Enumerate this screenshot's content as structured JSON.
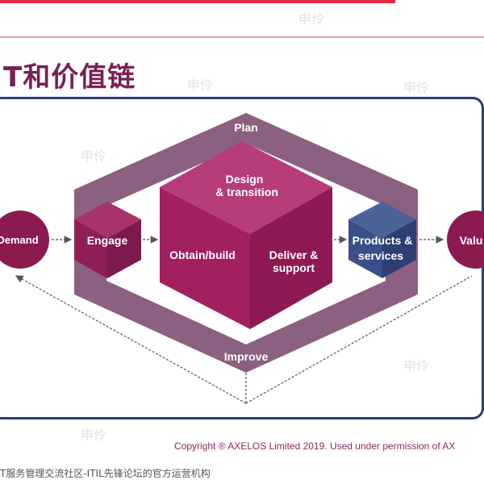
{
  "title": "T和价值链",
  "diagram": {
    "demand": "Demand",
    "engage": "Engage",
    "plan": "Plan",
    "design_line1": "Design",
    "design_line2": "& transition",
    "obtain": "Obtain/build",
    "deliver_line1": "Deliver &",
    "deliver_line2": "support",
    "products_line1": "Products &",
    "products_line2": "services",
    "improve": "Improve",
    "value": "Valu"
  },
  "copyright": "Copyright ® AXELOS Limited 2019. Used under permission of AX",
  "footer": "T服务管理交流社区-ITIL先锋论坛的官方运营机构",
  "watermark": "申伶",
  "colors": {
    "accent_red": "#e3283f",
    "plum": "#8b1a4f",
    "plan_band": "#7b4a6e",
    "cube_front": "#9f1e5d",
    "cube_top": "#b63d78",
    "products": "#3a4f8a",
    "frame": "#2f3d6e"
  }
}
